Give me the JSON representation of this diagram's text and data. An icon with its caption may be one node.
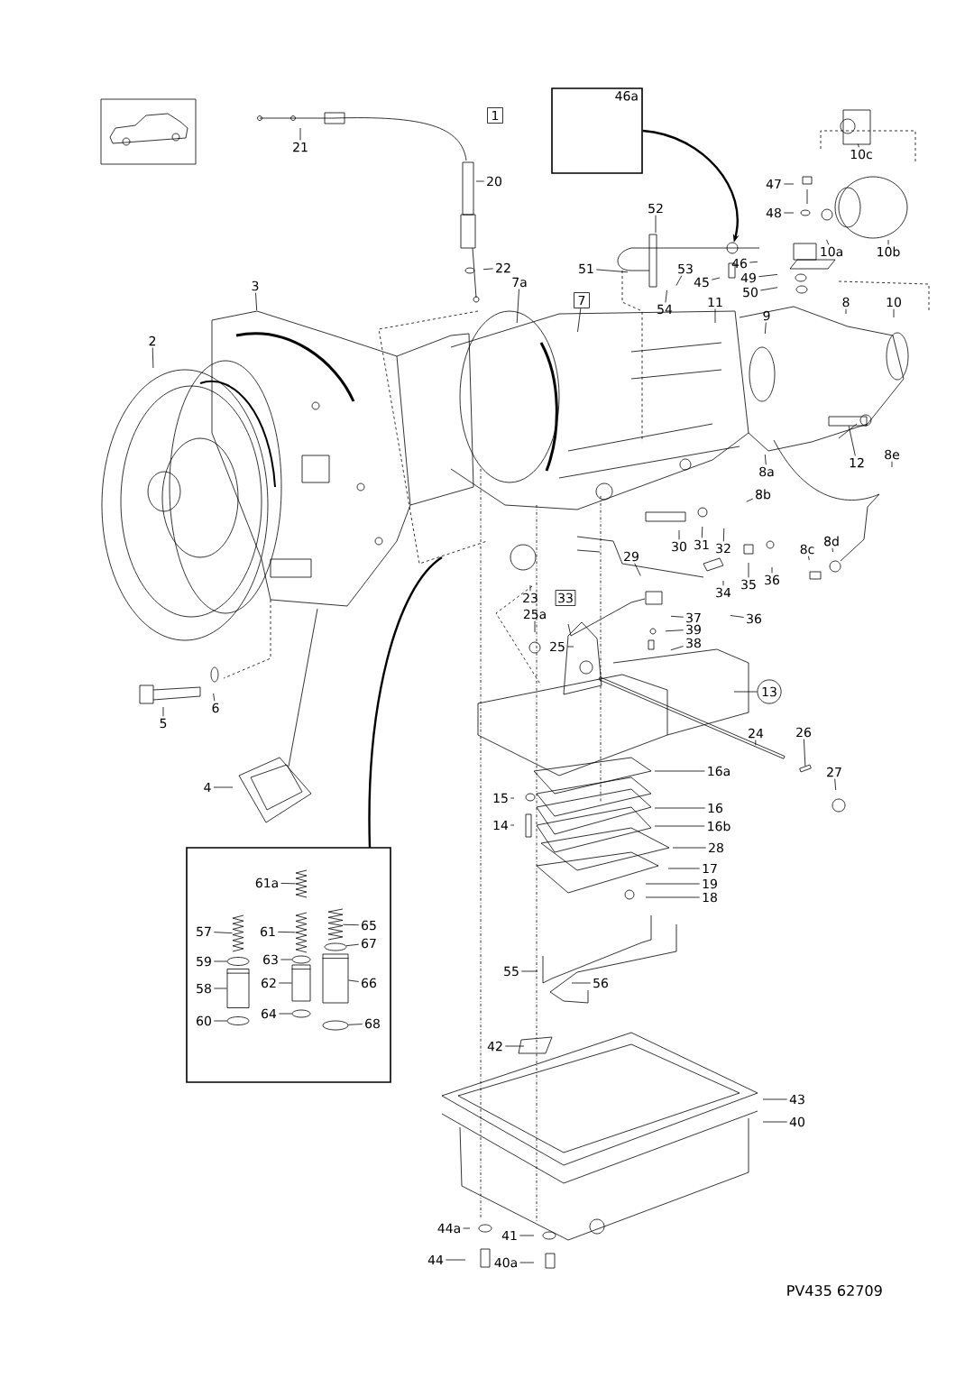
{
  "diagram": {
    "nodes": [
      {
        "text": [
          "1"
        ]
      },
      {
        "text": [
          "46a"
        ]
      },
      {
        "text": [
          "21"
        ]
      },
      {
        "text": [
          "20"
        ]
      },
      {
        "text": [
          "22"
        ]
      },
      {
        "text": [
          "52"
        ]
      },
      {
        "text": [
          "47"
        ]
      },
      {
        "text": [
          "48"
        ]
      },
      {
        "text": [
          "10c"
        ]
      },
      {
        "text": [
          "10a"
        ]
      },
      {
        "text": [
          "10b"
        ]
      },
      {
        "text": [
          "51"
        ]
      },
      {
        "text": [
          "53"
        ]
      },
      {
        "text": [
          "46"
        ]
      },
      {
        "text": [
          "45"
        ]
      },
      {
        "text": [
          "49"
        ]
      },
      {
        "text": [
          "50"
        ]
      },
      {
        "text": [
          "54"
        ]
      },
      {
        "text": [
          "11"
        ]
      },
      {
        "text": [
          "9"
        ]
      },
      {
        "text": [
          "7a"
        ]
      },
      {
        "text": [
          "7"
        ]
      },
      {
        "text": [
          "3"
        ]
      },
      {
        "text": [
          "8"
        ]
      },
      {
        "text": [
          "10"
        ]
      },
      {
        "text": [
          "2"
        ]
      },
      {
        "text": [
          "12"
        ]
      },
      {
        "text": [
          "8e"
        ]
      },
      {
        "text": [
          "8a"
        ]
      },
      {
        "text": [
          "8b"
        ]
      },
      {
        "text": [
          "30"
        ]
      },
      {
        "text": [
          "31"
        ]
      },
      {
        "text": [
          "32"
        ]
      },
      {
        "text": [
          "29"
        ]
      },
      {
        "text": [
          "8c"
        ]
      },
      {
        "text": [
          "8d"
        ]
      },
      {
        "text": [
          "36"
        ]
      },
      {
        "text": [
          "34"
        ]
      },
      {
        "text": [
          "35"
        ]
      },
      {
        "text": [
          "23"
        ]
      },
      {
        "text": [
          "33"
        ]
      },
      {
        "text": [
          "36"
        ]
      },
      {
        "text": [
          "37"
        ]
      },
      {
        "text": [
          "25a"
        ]
      },
      {
        "text": [
          "39"
        ]
      },
      {
        "text": [
          "38"
        ]
      },
      {
        "text": [
          "25"
        ]
      },
      {
        "text": [
          "13"
        ]
      },
      {
        "text": [
          "5"
        ]
      },
      {
        "text": [
          "6"
        ]
      },
      {
        "text": [
          "24"
        ]
      },
      {
        "text": [
          "26"
        ]
      },
      {
        "text": [
          "27"
        ]
      },
      {
        "text": [
          "16a"
        ]
      },
      {
        "text": [
          "15"
        ]
      },
      {
        "text": [
          "16"
        ]
      },
      {
        "text": [
          "4"
        ]
      },
      {
        "text": [
          "14"
        ]
      },
      {
        "text": [
          "16b"
        ]
      },
      {
        "text": [
          "28"
        ]
      },
      {
        "text": [
          "17"
        ]
      },
      {
        "text": [
          "19"
        ]
      },
      {
        "text": [
          "18"
        ]
      },
      {
        "text": [],
        "shape": "box"
      },
      {
        "text": [
          "61a"
        ],
        "in": 63
      },
      {
        "text": [
          "57"
        ],
        "in": 63
      },
      {
        "text": [
          "61"
        ],
        "in": 63
      },
      {
        "text": [
          "65"
        ],
        "in": 63
      },
      {
        "text": [
          "67"
        ],
        "in": 63
      },
      {
        "text": [
          "59"
        ],
        "in": 63
      },
      {
        "text": [
          "63"
        ],
        "in": 63
      },
      {
        "text": [
          "58"
        ],
        "in": 63
      },
      {
        "text": [
          "62"
        ],
        "in": 63
      },
      {
        "text": [
          "66"
        ],
        "in": 63
      },
      {
        "text": [
          "60"
        ],
        "in": 63
      },
      {
        "text": [
          "64"
        ],
        "in": 63
      },
      {
        "text": [
          "68"
        ],
        "in": 63
      },
      {
        "text": [
          "55"
        ]
      },
      {
        "text": [
          "56"
        ]
      },
      {
        "text": [
          "42"
        ]
      },
      {
        "text": [
          "43"
        ]
      },
      {
        "text": [
          "40"
        ]
      },
      {
        "text": [
          "44a"
        ]
      },
      {
        "text": [
          "41"
        ]
      },
      {
        "text": [
          "44"
        ]
      },
      {
        "text": [
          "40a"
        ]
      },
      {
        "text": [],
        "shape": "picture",
        "in": 63
      },
      {
        "text": [],
        "shape": "picture",
        "in": 63
      },
      {
        "text": [],
        "shape": "picture",
        "in": 63
      },
      {
        "text": [],
        "shape": "picture",
        "in": 63
      },
      {
        "text": [],
        "shape": "ring",
        "in": 63
      },
      {
        "text": [],
        "shape": "ring",
        "in": 63
      },
      {
        "text": [],
        "shape": "ring",
        "in": 63
      },
      {
        "text": [],
        "shape": "cylinder",
        "in": 63
      },
      {
        "text": [],
        "shape": "cylinder",
        "in": 63
      },
      {
        "text": [],
        "shape": "cylinder",
        "in": 63
      },
      {
        "text": [],
        "shape": "ring",
        "in": 63
      },
      {
        "text": [],
        "shape": "ring",
        "in": 63
      },
      {
        "text": [],
        "shape": "ring",
        "in": 63
      },
      {
        "text": [],
        "shape": "circle"
      },
      {
        "text": [],
        "shape": "bar"
      },
      {
        "text": [],
        "shape": "bar"
      },
      {
        "text": [],
        "shape": "bar"
      }
    ],
    "edges": [
      {
        "from": 1,
        "to": 99,
        "arrow": "to"
      },
      {
        "from": 2,
        "to": null,
        "arrow": "none"
      },
      {
        "from": 3,
        "to": null,
        "arrow": "none"
      },
      {
        "from": 4,
        "to": null,
        "arrow": "none"
      },
      {
        "from": 5,
        "to": null,
        "arrow": "none"
      },
      {
        "from": 6,
        "to": null,
        "arrow": "none"
      },
      {
        "from": 7,
        "to": null,
        "arrow": "none"
      },
      {
        "from": 8,
        "to": null,
        "arrow": "none"
      },
      {
        "from": 9,
        "to": null,
        "arrow": "none"
      },
      {
        "from": 10,
        "to": null,
        "arrow": "none"
      },
      {
        "from": 11,
        "to": null,
        "arrow": "none"
      },
      {
        "from": 12,
        "to": null,
        "arrow": "none"
      },
      {
        "from": 13,
        "to": null,
        "arrow": "none"
      },
      {
        "from": 14,
        "to": null,
        "arrow": "none"
      },
      {
        "from": 15,
        "to": null,
        "arrow": "none"
      },
      {
        "from": 16,
        "to": null,
        "arrow": "none"
      },
      {
        "from": 17,
        "to": null,
        "arrow": "none"
      },
      {
        "from": 18,
        "to": null,
        "arrow": "none"
      },
      {
        "from": 19,
        "to": null,
        "arrow": "none"
      },
      {
        "from": 20,
        "to": null,
        "arrow": "none"
      },
      {
        "from": 21,
        "to": null,
        "arrow": "none"
      },
      {
        "from": 22,
        "to": null,
        "arrow": "none"
      },
      {
        "from": 23,
        "to": null,
        "arrow": "none"
      },
      {
        "from": 24,
        "to": null,
        "arrow": "none"
      },
      {
        "from": 25,
        "to": null,
        "arrow": "none"
      },
      {
        "from": 26,
        "to": 101,
        "arrow": "none"
      },
      {
        "from": 27,
        "to": null,
        "arrow": "none"
      },
      {
        "from": 28,
        "to": null,
        "arrow": "none"
      },
      {
        "from": 29,
        "to": null,
        "arrow": "none"
      },
      {
        "from": 30,
        "to": null,
        "arrow": "none"
      },
      {
        "from": 31,
        "to": null,
        "arrow": "none"
      },
      {
        "from": 32,
        "to": null,
        "arrow": "none"
      },
      {
        "from": 33,
        "to": null,
        "arrow": "none"
      },
      {
        "from": 34,
        "to": null,
        "arrow": "none"
      },
      {
        "from": 35,
        "to": null,
        "arrow": "none"
      },
      {
        "from": 36,
        "to": null,
        "arrow": "none"
      },
      {
        "from": 37,
        "to": null,
        "arrow": "none"
      },
      {
        "from": 38,
        "to": null,
        "arrow": "none"
      },
      {
        "from": 39,
        "to": null,
        "arrow": "none"
      },
      {
        "from": 41,
        "to": null,
        "arrow": "none"
      },
      {
        "from": 42,
        "to": null,
        "arrow": "none"
      },
      {
        "from": 43,
        "to": null,
        "arrow": "none"
      },
      {
        "from": 44,
        "to": null,
        "arrow": "none"
      },
      {
        "from": 45,
        "to": null,
        "arrow": "none"
      },
      {
        "from": 46,
        "to": null,
        "arrow": "none"
      },
      {
        "from": 47,
        "to": null,
        "arrow": "none"
      },
      {
        "from": 48,
        "to": null,
        "arrow": "none"
      },
      {
        "from": 49,
        "to": null,
        "arrow": "none"
      },
      {
        "from": 50,
        "to": 100,
        "arrow": "none"
      },
      {
        "from": 51,
        "to": 102,
        "arrow": "none"
      },
      {
        "from": 52,
        "to": null,
        "arrow": "none"
      },
      {
        "from": 53,
        "to": null,
        "arrow": "none"
      },
      {
        "from": 54,
        "to": null,
        "arrow": "none"
      },
      {
        "from": 55,
        "to": null,
        "arrow": "none"
      },
      {
        "from": 56,
        "to": null,
        "arrow": "none"
      },
      {
        "from": 57,
        "to": null,
        "arrow": "none"
      },
      {
        "from": 58,
        "to": null,
        "arrow": "none"
      },
      {
        "from": 59,
        "to": null,
        "arrow": "none"
      },
      {
        "from": 60,
        "to": null,
        "arrow": "none"
      },
      {
        "from": 61,
        "to": null,
        "arrow": "none"
      },
      {
        "from": 62,
        "to": null,
        "arrow": "none"
      },
      {
        "from": 63,
        "to": null,
        "arrow": "none"
      },
      {
        "from": 64,
        "to": 86,
        "arrow": "none"
      },
      {
        "from": 65,
        "to": 87,
        "arrow": "none"
      },
      {
        "from": 66,
        "to": 88,
        "arrow": "none"
      },
      {
        "from": 67,
        "to": 89,
        "arrow": "none"
      },
      {
        "from": 68,
        "to": 90,
        "arrow": "none"
      },
      {
        "from": 69,
        "to": 91,
        "arrow": "none"
      },
      {
        "from": 70,
        "to": 92,
        "arrow": "none"
      },
      {
        "from": 71,
        "to": 93,
        "arrow": "none"
      },
      {
        "from": 72,
        "to": 94,
        "arrow": "none"
      },
      {
        "from": 73,
        "to": 95,
        "arrow": "none"
      },
      {
        "from": 74,
        "to": 96,
        "arrow": "none"
      },
      {
        "from": 75,
        "to": 97,
        "arrow": "none"
      },
      {
        "from": 76,
        "to": 98,
        "arrow": "none"
      },
      {
        "from": 77,
        "to": null,
        "arrow": "none"
      },
      {
        "from": 78,
        "to": null,
        "arrow": "none"
      },
      {
        "from": 79,
        "to": null,
        "arrow": "none"
      },
      {
        "from": 80,
        "to": null,
        "arrow": "none"
      },
      {
        "from": 81,
        "to": null,
        "arrow": "none"
      },
      {
        "from": 82,
        "to": null,
        "arrow": "none"
      },
      {
        "from": 83,
        "to": null,
        "arrow": "none"
      },
      {
        "from": 84,
        "to": null,
        "arrow": "none"
      },
      {
        "from": 85,
        "to": null,
        "arrow": "none"
      }
    ],
    "labels": [
      "PV435 62709"
    ]
  }
}
